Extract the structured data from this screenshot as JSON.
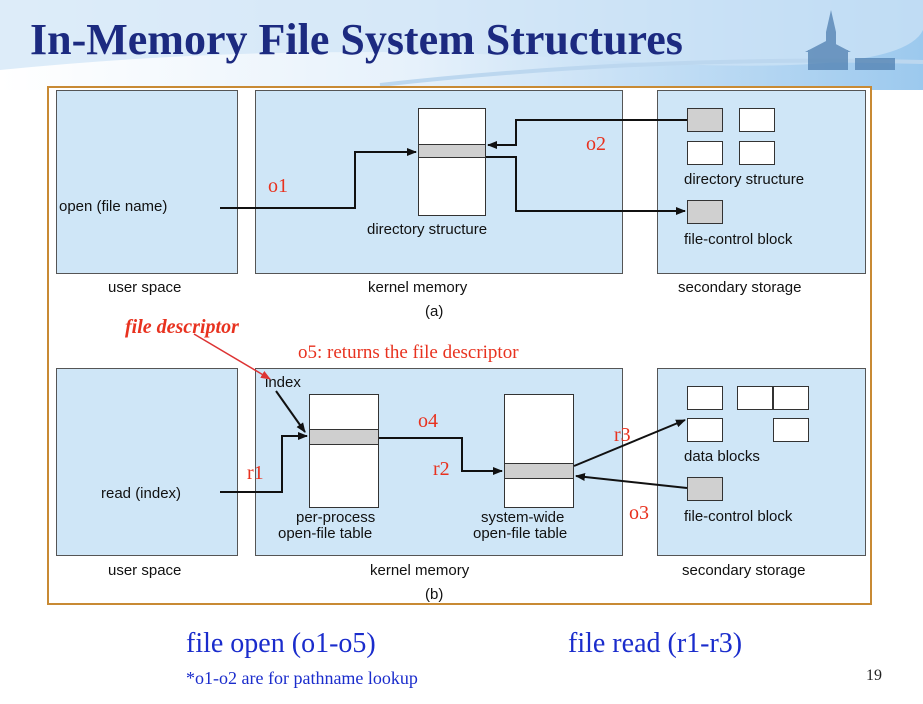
{
  "title": "In-Memory File System Structures",
  "part_a": {
    "panels": [
      "user space",
      "kernel memory",
      "secondary storage"
    ],
    "sublabel": "(a)",
    "call": "open (file name)",
    "kernel_table": "directory structure",
    "storage_dir": "directory structure",
    "storage_fcb": "file-control block",
    "step_o1": "o1",
    "step_o2": "o2"
  },
  "part_b": {
    "panels": [
      "user space",
      "kernel memory",
      "secondary storage"
    ],
    "sublabel": "(b)",
    "call": "read (index)",
    "index": "index",
    "per_process": [
      "per-process",
      "open-file table"
    ],
    "system_wide": [
      "system-wide",
      "open-file table"
    ],
    "data_blocks": "data blocks",
    "storage_fcb": "file-control block",
    "step_r1": "r1",
    "step_r2": "r2",
    "step_r3": "r3",
    "step_o3": "o3",
    "step_o4": "o4"
  },
  "file_descriptor": "file descriptor",
  "o5_note": "o5: returns the file descriptor",
  "captions": {
    "open": "file open (o1-o5)",
    "read": "file read (r1-r3)",
    "note": "*o1-o2 are for pathname lookup"
  },
  "page_number": "19",
  "colors": {
    "title": "#1c2a80",
    "panel_fill": "#cfe6f7",
    "frame": "#c88a34",
    "annotation_red": "#e8321f",
    "caption_blue": "#1a2ccc"
  }
}
